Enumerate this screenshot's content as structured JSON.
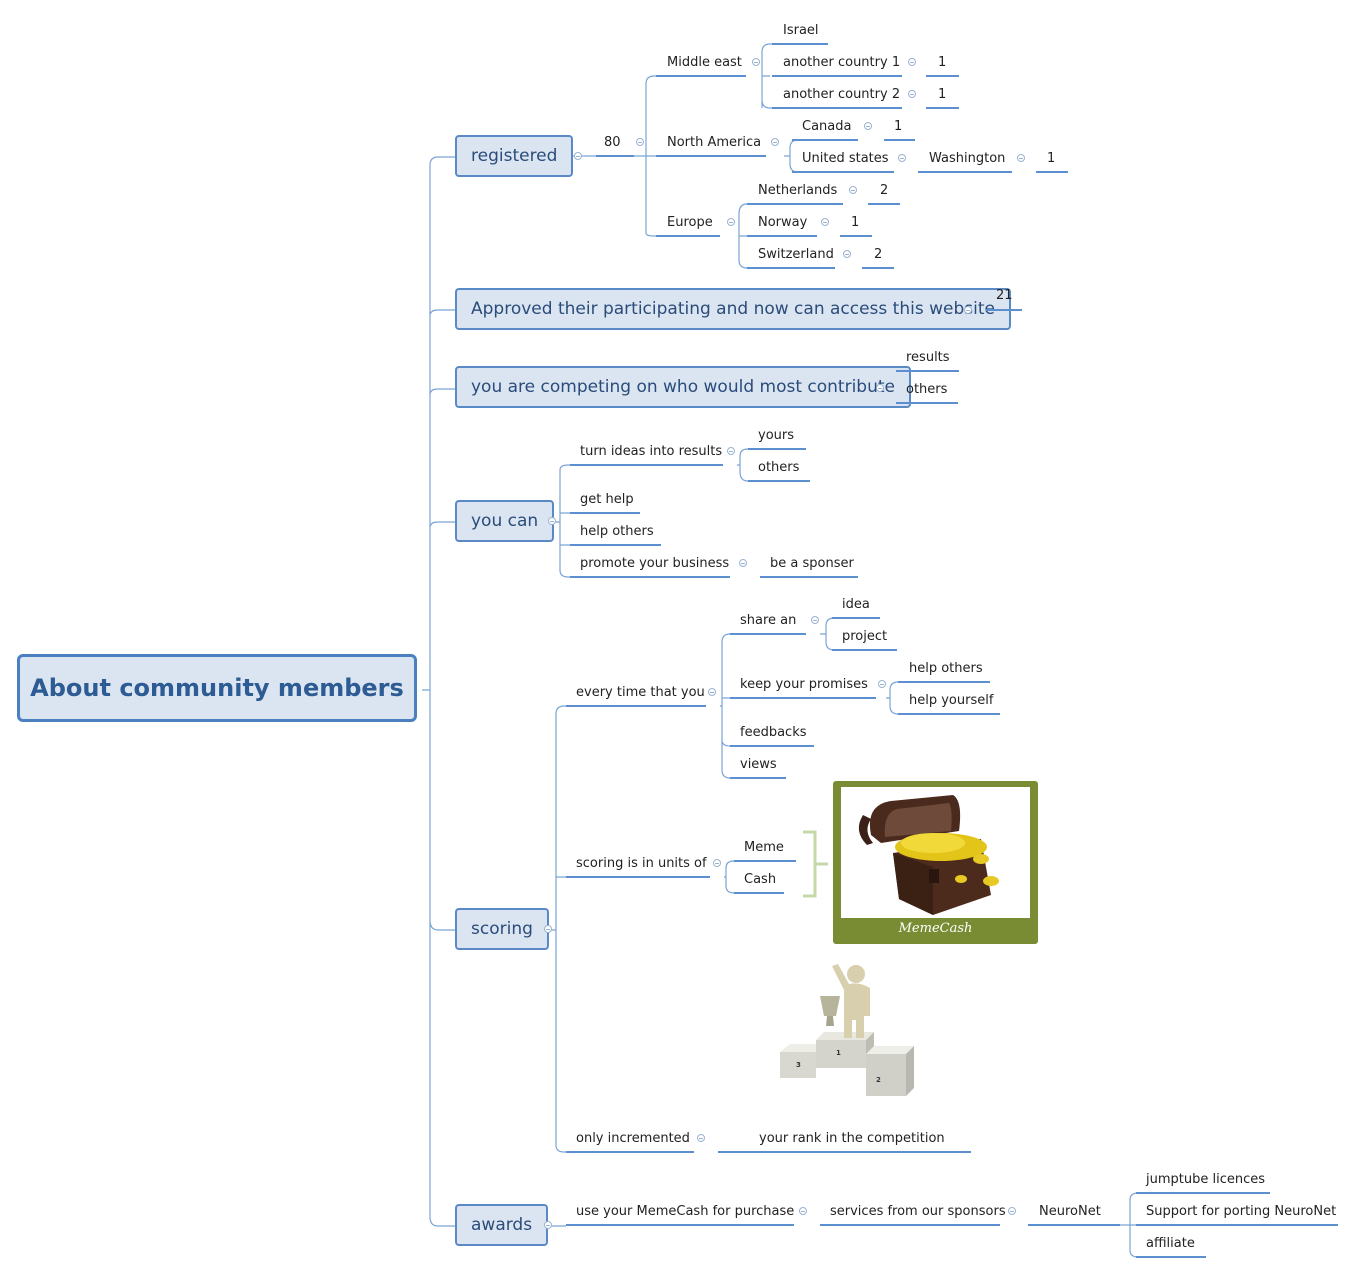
{
  "central": "About community members",
  "registered": {
    "label": "registered",
    "count": "80",
    "middle_east": {
      "label": "Middle east",
      "israel": "Israel",
      "country1": "another country 1",
      "country1_count": "1",
      "country2": "another country 2",
      "country2_count": "1"
    },
    "north_america": {
      "label": "North America",
      "canada": "Canada",
      "canada_count": "1",
      "us": "United states",
      "washington": "Washington",
      "washington_count": "1"
    },
    "europe": {
      "label": "Europe",
      "netherlands": "Netherlands",
      "netherlands_count": "2",
      "norway": "Norway",
      "norway_count": "1",
      "switzerland": "Switzerland",
      "switzerland_count": "2"
    }
  },
  "approved": {
    "label": "Approved their participating and now can access this website",
    "count": "21"
  },
  "competing": {
    "label": "you are competing on who would most contribute",
    "results": "results",
    "others": "others"
  },
  "you_can": {
    "label": "you can",
    "turn_ideas": "turn ideas into results",
    "yours": "yours",
    "others": "others",
    "get_help": "get help",
    "help_others": "help others",
    "promote": "promote your business",
    "sponsor": "be a sponser"
  },
  "scoring": {
    "label": "scoring",
    "every_time": "every time that you",
    "share_an": "share an",
    "idea": "idea",
    "project": "project",
    "keep_promises": "keep your promises",
    "help_others": "help others",
    "help_yourself": "help yourself",
    "feedbacks": "feedbacks",
    "views": "views",
    "units": "scoring is in units of",
    "meme": "Meme",
    "cash": "Cash",
    "memecash_caption": "MemeCash",
    "only_incremented": "only incremented",
    "rank": "your rank in the competition",
    "podium_numbers": [
      "1",
      "2",
      "3"
    ]
  },
  "awards": {
    "label": "awards",
    "use": "use your MemeCash for purchase",
    "services": "services from our sponsors",
    "neuronet": "NeuroNet",
    "jumptube": "jumptube licences",
    "support": "Support for porting NeuroNet",
    "affiliate": "affiliate"
  },
  "colors": {
    "line": "#6f9bd1",
    "underline": "#5b8fcf",
    "topic_fill": "#dbe5f1",
    "central_border": "#4a7fc0",
    "frame": "#7a8c33"
  }
}
